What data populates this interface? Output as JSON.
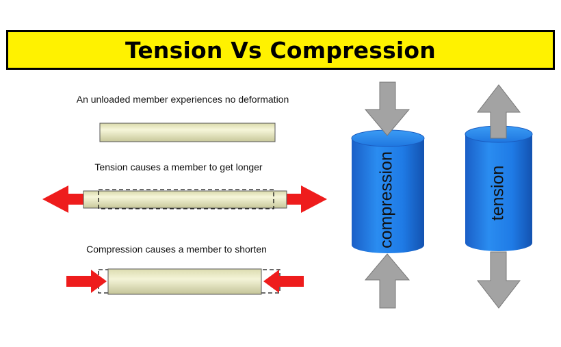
{
  "title": "Tension Vs Compression",
  "captions": {
    "unloaded": "An unloaded member experiences no deformation",
    "tension": "Tension causes a member to get longer",
    "compression": "Compression causes a member to shorten"
  },
  "cylinders": {
    "compression_label": "compression",
    "tension_label": "tension"
  },
  "colors": {
    "banner": "#fff200",
    "force_arrow_red": "#ee1c1c",
    "cylinder_blue": "#1e78e0",
    "load_arrow_gray": "#a3a3a3",
    "member_fill": "#ededc4"
  }
}
